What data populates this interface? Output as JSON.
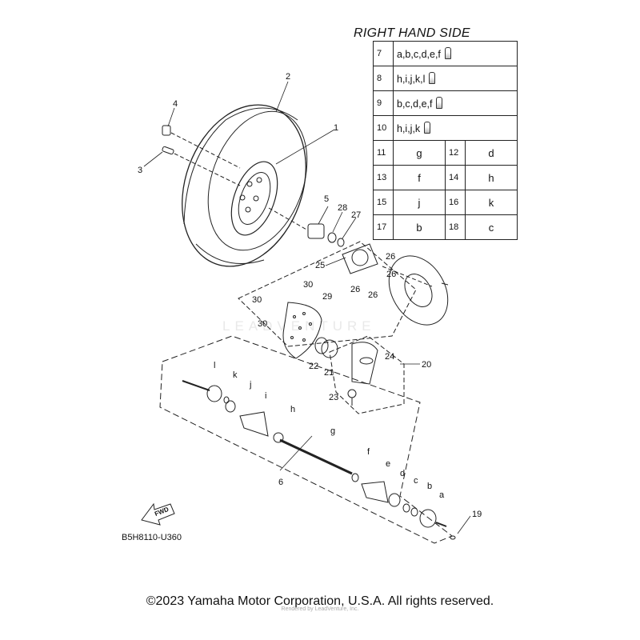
{
  "title": "RIGHT HAND SIDE",
  "legend_rows_text": [
    {
      "num": "7",
      "codes": "a,b,c,d,e,f"
    },
    {
      "num": "8",
      "codes": "h,i,j,k,l"
    },
    {
      "num": "9",
      "codes": "b,c,d,e,f"
    },
    {
      "num": "10",
      "codes": "h,i,j,k"
    }
  ],
  "legend_rows_pairs": [
    {
      "n1": "11",
      "v1": "g",
      "n2": "12",
      "v2": "d"
    },
    {
      "n1": "13",
      "v1": "f",
      "n2": "14",
      "v2": "h"
    },
    {
      "n1": "15",
      "v1": "j",
      "n2": "16",
      "v2": "k"
    },
    {
      "n1": "17",
      "v1": "b",
      "n2": "18",
      "v2": "c"
    }
  ],
  "labels": {
    "p1": "1",
    "p2": "2",
    "p3": "3",
    "p4": "4",
    "p5": "5",
    "p6": "6",
    "p19": "19",
    "p20": "20",
    "p21": "21",
    "p22": "22",
    "p23": "23",
    "p24": "24",
    "p25": "25",
    "p26a": "26",
    "p26b": "26",
    "p26c": "26",
    "p26d": "26",
    "p27": "27",
    "p28": "28",
    "p29": "29",
    "p30a": "30",
    "p30b": "30",
    "p30c": "30",
    "la": "a",
    "lb": "b",
    "lc": "c",
    "ld": "d",
    "le": "e",
    "lf": "f",
    "lg": "g",
    "lh": "h",
    "li": "i",
    "lj": "j",
    "lk": "k",
    "ll": "l"
  },
  "fwd_label": "FWD",
  "diagram_code": "B5H8110-U360",
  "watermark": "LEADVENTURE",
  "copyright": "©2023 Yamaha Motor Corporation, U.S.A. All rights reserved.",
  "rendered_by": "Rendered by LeadVenture, Inc."
}
